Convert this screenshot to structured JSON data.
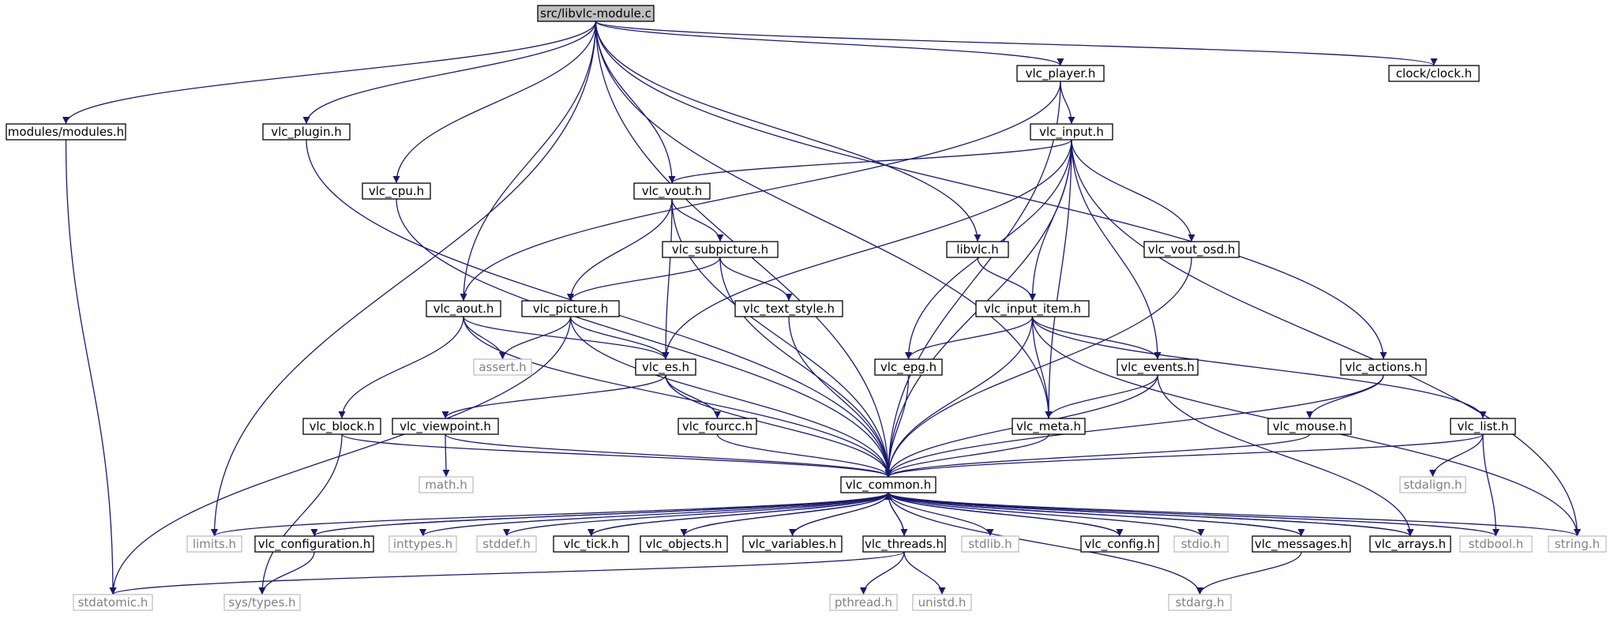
{
  "graph": {
    "root": "src/libvlc-module.c",
    "colors": {
      "edge": "#191970",
      "root_fill": "#bfbfbf",
      "node_stroke": "#000000",
      "external_stroke": "#bfbfbf",
      "external_text": "#808080"
    },
    "nodes": [
      {
        "id": "root",
        "label": "src/libvlc-module.c",
        "kind": "root"
      },
      {
        "id": "modules",
        "label": "modules/modules.h",
        "kind": "header"
      },
      {
        "id": "plugin",
        "label": "vlc_plugin.h",
        "kind": "header"
      },
      {
        "id": "cpu",
        "label": "vlc_cpu.h",
        "kind": "header"
      },
      {
        "id": "vout",
        "label": "vlc_vout.h",
        "kind": "header"
      },
      {
        "id": "player",
        "label": "vlc_player.h",
        "kind": "header"
      },
      {
        "id": "clock",
        "label": "clock/clock.h",
        "kind": "header"
      },
      {
        "id": "input",
        "label": "vlc_input.h",
        "kind": "header"
      },
      {
        "id": "subpicture",
        "label": "vlc_subpicture.h",
        "kind": "header"
      },
      {
        "id": "libvlch",
        "label": "libvlc.h",
        "kind": "header"
      },
      {
        "id": "vout_osd",
        "label": "vlc_vout_osd.h",
        "kind": "header"
      },
      {
        "id": "aout",
        "label": "vlc_aout.h",
        "kind": "header"
      },
      {
        "id": "picture",
        "label": "vlc_picture.h",
        "kind": "header"
      },
      {
        "id": "text_style",
        "label": "vlc_text_style.h",
        "kind": "header"
      },
      {
        "id": "input_item",
        "label": "vlc_input_item.h",
        "kind": "header"
      },
      {
        "id": "assert",
        "label": "assert.h",
        "kind": "system"
      },
      {
        "id": "es",
        "label": "vlc_es.h",
        "kind": "header"
      },
      {
        "id": "epg",
        "label": "vlc_epg.h",
        "kind": "header"
      },
      {
        "id": "events",
        "label": "vlc_events.h",
        "kind": "header"
      },
      {
        "id": "actions",
        "label": "vlc_actions.h",
        "kind": "header"
      },
      {
        "id": "block",
        "label": "vlc_block.h",
        "kind": "header"
      },
      {
        "id": "viewpoint",
        "label": "vlc_viewpoint.h",
        "kind": "header"
      },
      {
        "id": "fourcc",
        "label": "vlc_fourcc.h",
        "kind": "header"
      },
      {
        "id": "meta",
        "label": "vlc_meta.h",
        "kind": "header"
      },
      {
        "id": "mouse",
        "label": "vlc_mouse.h",
        "kind": "header"
      },
      {
        "id": "list",
        "label": "vlc_list.h",
        "kind": "header"
      },
      {
        "id": "math",
        "label": "math.h",
        "kind": "system"
      },
      {
        "id": "common",
        "label": "vlc_common.h",
        "kind": "header"
      },
      {
        "id": "stdalign",
        "label": "stdalign.h",
        "kind": "system"
      },
      {
        "id": "limits",
        "label": "limits.h",
        "kind": "system"
      },
      {
        "id": "configuration",
        "label": "vlc_configuration.h",
        "kind": "header"
      },
      {
        "id": "inttypes",
        "label": "inttypes.h",
        "kind": "system"
      },
      {
        "id": "stddef",
        "label": "stddef.h",
        "kind": "system"
      },
      {
        "id": "tick",
        "label": "vlc_tick.h",
        "kind": "header"
      },
      {
        "id": "objects",
        "label": "vlc_objects.h",
        "kind": "header"
      },
      {
        "id": "variables",
        "label": "vlc_variables.h",
        "kind": "header"
      },
      {
        "id": "threads",
        "label": "vlc_threads.h",
        "kind": "header"
      },
      {
        "id": "stdlib",
        "label": "stdlib.h",
        "kind": "system"
      },
      {
        "id": "config",
        "label": "vlc_config.h",
        "kind": "header"
      },
      {
        "id": "stdio",
        "label": "stdio.h",
        "kind": "system"
      },
      {
        "id": "messages",
        "label": "vlc_messages.h",
        "kind": "header"
      },
      {
        "id": "arrays",
        "label": "vlc_arrays.h",
        "kind": "header"
      },
      {
        "id": "stdbool",
        "label": "stdbool.h",
        "kind": "system"
      },
      {
        "id": "string",
        "label": "string.h",
        "kind": "system"
      },
      {
        "id": "stdatomic",
        "label": "stdatomic.h",
        "kind": "system"
      },
      {
        "id": "systypes",
        "label": "sys/types.h",
        "kind": "system"
      },
      {
        "id": "pthread",
        "label": "pthread.h",
        "kind": "system"
      },
      {
        "id": "unistd",
        "label": "unistd.h",
        "kind": "system"
      },
      {
        "id": "stdarg",
        "label": "stdarg.h",
        "kind": "system"
      }
    ],
    "edges": [
      [
        "root",
        "modules"
      ],
      [
        "root",
        "plugin"
      ],
      [
        "root",
        "cpu"
      ],
      [
        "root",
        "vout"
      ],
      [
        "root",
        "player"
      ],
      [
        "root",
        "clock"
      ],
      [
        "root",
        "libvlch"
      ],
      [
        "root",
        "aout"
      ],
      [
        "root",
        "actions"
      ],
      [
        "root",
        "meta"
      ],
      [
        "root",
        "limits"
      ],
      [
        "root",
        "common"
      ],
      [
        "modules",
        "stdatomic"
      ],
      [
        "plugin",
        "common"
      ],
      [
        "cpu",
        "common"
      ],
      [
        "player",
        "input"
      ],
      [
        "player",
        "aout"
      ],
      [
        "player",
        "common"
      ],
      [
        "input",
        "vout"
      ],
      [
        "input",
        "es"
      ],
      [
        "input",
        "epg"
      ],
      [
        "input",
        "input_item"
      ],
      [
        "input",
        "events"
      ],
      [
        "input",
        "vout_osd"
      ],
      [
        "input",
        "meta"
      ],
      [
        "input",
        "common"
      ],
      [
        "input",
        "string"
      ],
      [
        "vout",
        "subpicture"
      ],
      [
        "vout",
        "picture"
      ],
      [
        "vout",
        "es"
      ],
      [
        "vout",
        "common"
      ],
      [
        "subpicture",
        "picture"
      ],
      [
        "subpicture",
        "text_style"
      ],
      [
        "subpicture",
        "common"
      ],
      [
        "libvlch",
        "input_item"
      ],
      [
        "vout_osd",
        "common"
      ],
      [
        "aout",
        "assert"
      ],
      [
        "aout",
        "es"
      ],
      [
        "aout",
        "block"
      ],
      [
        "aout",
        "common"
      ],
      [
        "picture",
        "assert"
      ],
      [
        "picture",
        "es"
      ],
      [
        "picture",
        "stdatomic"
      ],
      [
        "picture",
        "common"
      ],
      [
        "text_style",
        "common"
      ],
      [
        "input_item",
        "epg"
      ],
      [
        "input_item",
        "events"
      ],
      [
        "input_item",
        "meta"
      ],
      [
        "input_item",
        "list"
      ],
      [
        "input_item",
        "string"
      ],
      [
        "input_item",
        "common"
      ],
      [
        "es",
        "viewpoint"
      ],
      [
        "es",
        "fourcc"
      ],
      [
        "es",
        "common"
      ],
      [
        "epg",
        "common"
      ],
      [
        "events",
        "meta"
      ],
      [
        "events",
        "arrays"
      ],
      [
        "events",
        "common"
      ],
      [
        "actions",
        "mouse"
      ],
      [
        "actions",
        "common"
      ],
      [
        "block",
        "systypes"
      ],
      [
        "block",
        "common"
      ],
      [
        "viewpoint",
        "math"
      ],
      [
        "viewpoint",
        "common"
      ],
      [
        "fourcc",
        "common"
      ],
      [
        "meta",
        "common"
      ],
      [
        "mouse",
        "common"
      ],
      [
        "list",
        "stdalign"
      ],
      [
        "list",
        "stdbool"
      ],
      [
        "list",
        "common"
      ],
      [
        "common",
        "limits"
      ],
      [
        "common",
        "configuration"
      ],
      [
        "common",
        "inttypes"
      ],
      [
        "common",
        "stddef"
      ],
      [
        "common",
        "tick"
      ],
      [
        "common",
        "objects"
      ],
      [
        "common",
        "variables"
      ],
      [
        "common",
        "threads"
      ],
      [
        "common",
        "stdlib"
      ],
      [
        "common",
        "config"
      ],
      [
        "common",
        "stdio"
      ],
      [
        "common",
        "messages"
      ],
      [
        "common",
        "arrays"
      ],
      [
        "common",
        "stdbool"
      ],
      [
        "common",
        "string"
      ],
      [
        "common",
        "stdarg"
      ],
      [
        "configuration",
        "common"
      ],
      [
        "configuration",
        "systypes"
      ],
      [
        "tick",
        "common"
      ],
      [
        "objects",
        "common"
      ],
      [
        "variables",
        "common"
      ],
      [
        "config",
        "common"
      ],
      [
        "messages",
        "common"
      ],
      [
        "messages",
        "stdarg"
      ],
      [
        "arrays",
        "common"
      ],
      [
        "threads",
        "common"
      ],
      [
        "threads",
        "stdatomic"
      ],
      [
        "threads",
        "pthread"
      ],
      [
        "threads",
        "unistd"
      ]
    ]
  }
}
